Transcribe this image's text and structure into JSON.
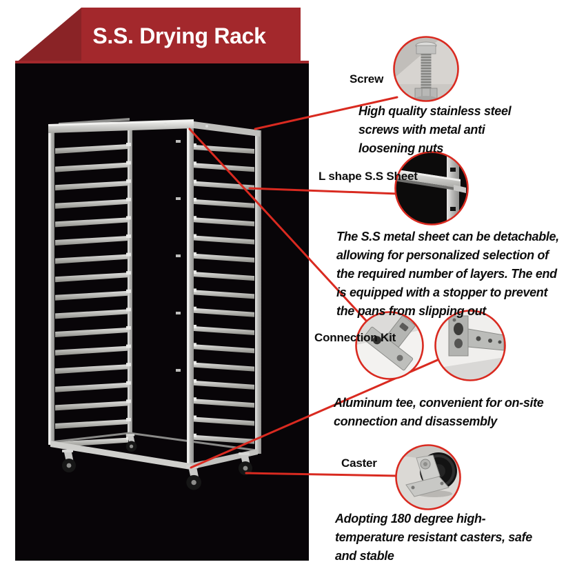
{
  "banner": {
    "title": "S.S. Drying Rack"
  },
  "colors": {
    "banner_red": "#a3282c",
    "banner_fold": "#8a2326",
    "accent_red": "#d92a20",
    "photo_bg": "#080508",
    "text_ink": "#0d0d0d",
    "page_bg": "#ffffff"
  },
  "rack": {
    "layers_per_side": 17
  },
  "callouts": [
    {
      "id": "screw",
      "label": "Screw",
      "description": "High quality stainless steel\n screws with metal anti\nloosening nuts"
    },
    {
      "id": "l_shape_sheet",
      "label": "L shape S.S Sheet",
      "description": "The S.S metal sheet can be detachable,\nallowing for personalized selection of\nthe required number of layers. The end\nis equipped with a stopper to prevent\nthe pans from slipping out"
    },
    {
      "id": "connection_kit",
      "label": "Connection Kit",
      "description": "Aluminum tee, convenient for on-site\nconnection and disassembly"
    },
    {
      "id": "caster",
      "label": "Caster",
      "description": "Adopting 180 degree high-\ntemperature resistant casters, safe\nand stable"
    }
  ]
}
